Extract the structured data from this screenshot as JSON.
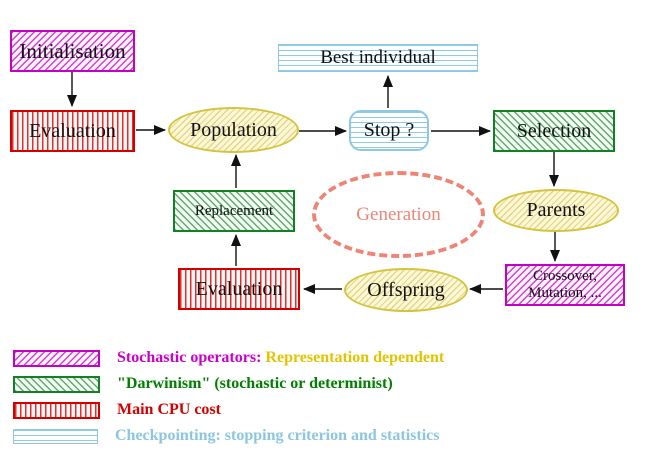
{
  "diagram": {
    "nodes": {
      "initialisation": {
        "label": "Initialisation",
        "style": "magenta-diagonal-hatch"
      },
      "evaluation_top": {
        "label": "Evaluation",
        "style": "red-vertical-hatch"
      },
      "population": {
        "label": "Population",
        "style": "yellow-diagonal-hatch-ellipse"
      },
      "best_individual": {
        "label": "Best individual",
        "style": "cyan-horizontal-hatch"
      },
      "stop": {
        "label": "Stop ?",
        "style": "cyan-horizontal-hatch-rounded"
      },
      "selection": {
        "label": "Selection",
        "style": "green-diagonal-hatch"
      },
      "replacement": {
        "label": "Replacement",
        "style": "green-diagonal-hatch"
      },
      "generation": {
        "label": "Generation",
        "style": "salmon-dashed-ellipse"
      },
      "parents": {
        "label": "Parents",
        "style": "yellow-diagonal-hatch-ellipse"
      },
      "evaluation_bottom": {
        "label": "Evaluation",
        "style": "red-vertical-hatch"
      },
      "offspring": {
        "label": "Offspring",
        "style": "yellow-diagonal-hatch-ellipse"
      },
      "crossover": {
        "line1": "Crossover,",
        "line2": "Mutation, ...",
        "style": "magenta-diagonal-hatch"
      }
    },
    "flows": [
      "initialisation -> evaluation_top",
      "evaluation_top -> population",
      "population -> stop",
      "stop -> best_individual",
      "stop -> selection",
      "selection -> parents",
      "parents -> crossover",
      "crossover -> offspring",
      "offspring -> evaluation_bottom",
      "evaluation_bottom -> replacement",
      "replacement -> population"
    ],
    "colors": {
      "stochastic_magenta": "#cc00cc",
      "representation_yellow": "#e2c400",
      "darwinism_green": "#008000",
      "cpu_red": "#d40000",
      "checkpoint_cyan": "#8cc6e0",
      "generation_salmon": "#f08474",
      "arrow_black": "#111111"
    }
  },
  "legend": {
    "items": [
      {
        "swatch_icon": "magenta-diagonal-hatch-swatch",
        "label": "Stochastic operators:",
        "label_suffix": " Representation dependent"
      },
      {
        "swatch_icon": "green-diagonal-hatch-swatch",
        "label": "\"Darwinism\" (stochastic or determinist)"
      },
      {
        "swatch_icon": "red-vertical-hatch-swatch",
        "label": "Main CPU cost"
      },
      {
        "swatch_icon": "cyan-horizontal-hatch-swatch",
        "label": "Checkpointing: stopping criterion and statistics"
      }
    ]
  }
}
